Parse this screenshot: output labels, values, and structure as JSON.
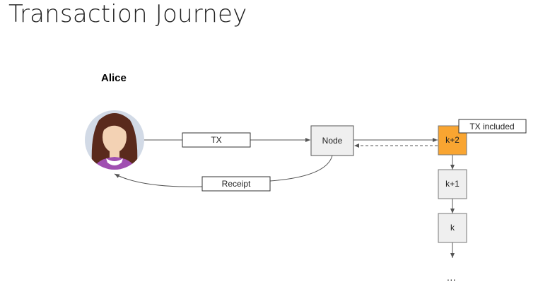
{
  "title": "Transaction Journey",
  "actor": {
    "name": "Alice",
    "avatar_icon": "woman-avatar-icon"
  },
  "labels": {
    "tx": "TX",
    "node": "Node",
    "receipt": "Receipt",
    "tx_included": "TX included"
  },
  "blocks": [
    "k+2",
    "k+1",
    "k"
  ],
  "ellipsis": "...",
  "colors": {
    "block_highlight": "#f9a531",
    "box_fill": "#efefef",
    "avatar_bg": "#d2dae6",
    "hair": "#5a2a1c",
    "skin": "#f3d2b4",
    "shirt": "#a04fb1"
  }
}
